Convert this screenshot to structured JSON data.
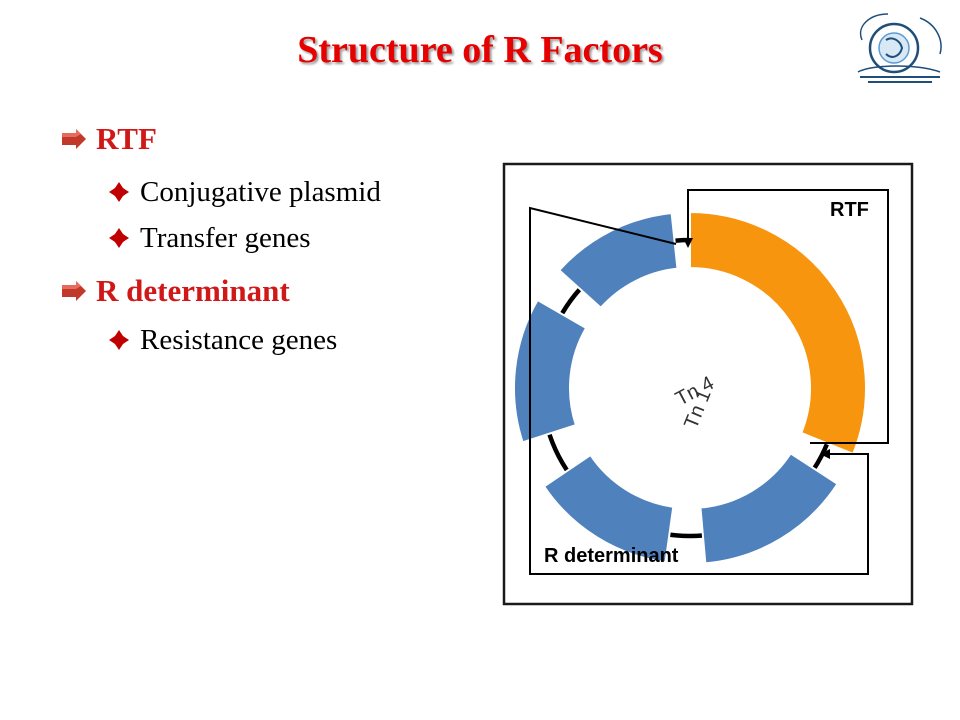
{
  "title": "Structure of R Factors",
  "bullets": [
    {
      "label": "RTF",
      "subs": [
        "Conjugative plasmid",
        "Transfer genes"
      ]
    },
    {
      "label": "R determinant",
      "subs": [
        "Resistance genes"
      ]
    }
  ],
  "diagram": {
    "rtf_label": "RTF",
    "rdet_label": "R determinant",
    "center_text": "Tn 4",
    "center_text_2": "Tn 1"
  },
  "colors": {
    "title": "#e60000",
    "bullet_text": "#d01818",
    "rtf_segment": "#f7950f",
    "resistance_segment": "#4f81bd",
    "diamond": "#c00000"
  }
}
